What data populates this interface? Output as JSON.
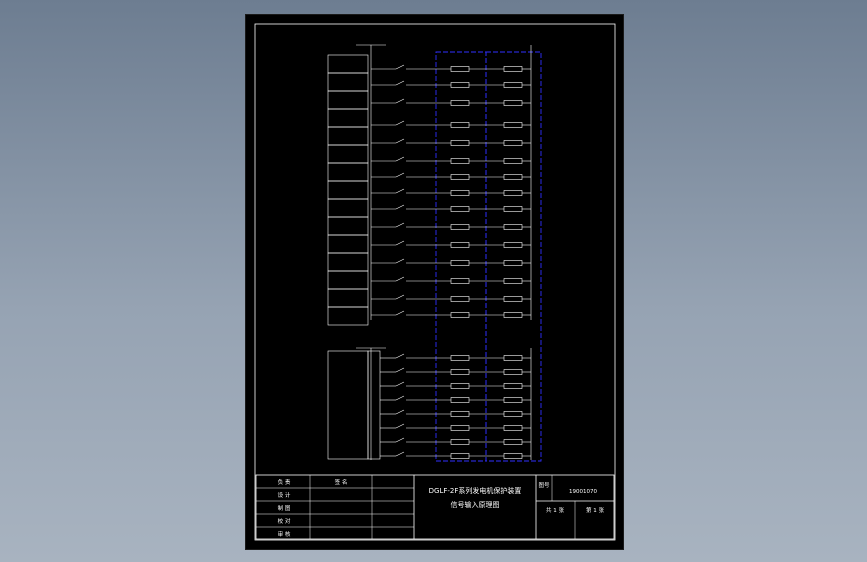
{
  "title_block": {
    "title_line1": "DGLF-2F系列发电机保护装置",
    "title_line2": "信号输入原理图",
    "drawing_no_label": "图号",
    "drawing_no": "19001070",
    "sheets_total": "共 1 张",
    "sheet_no": "第 1 张",
    "roles": [
      "负 责",
      "设 计",
      "制 图",
      "校 对",
      "审 核"
    ],
    "sign_label": "签 名"
  },
  "colors": {
    "sheet": "#000000",
    "line": "#ffffff",
    "dashed": "#2f2fff",
    "background": "#8a97a8"
  }
}
